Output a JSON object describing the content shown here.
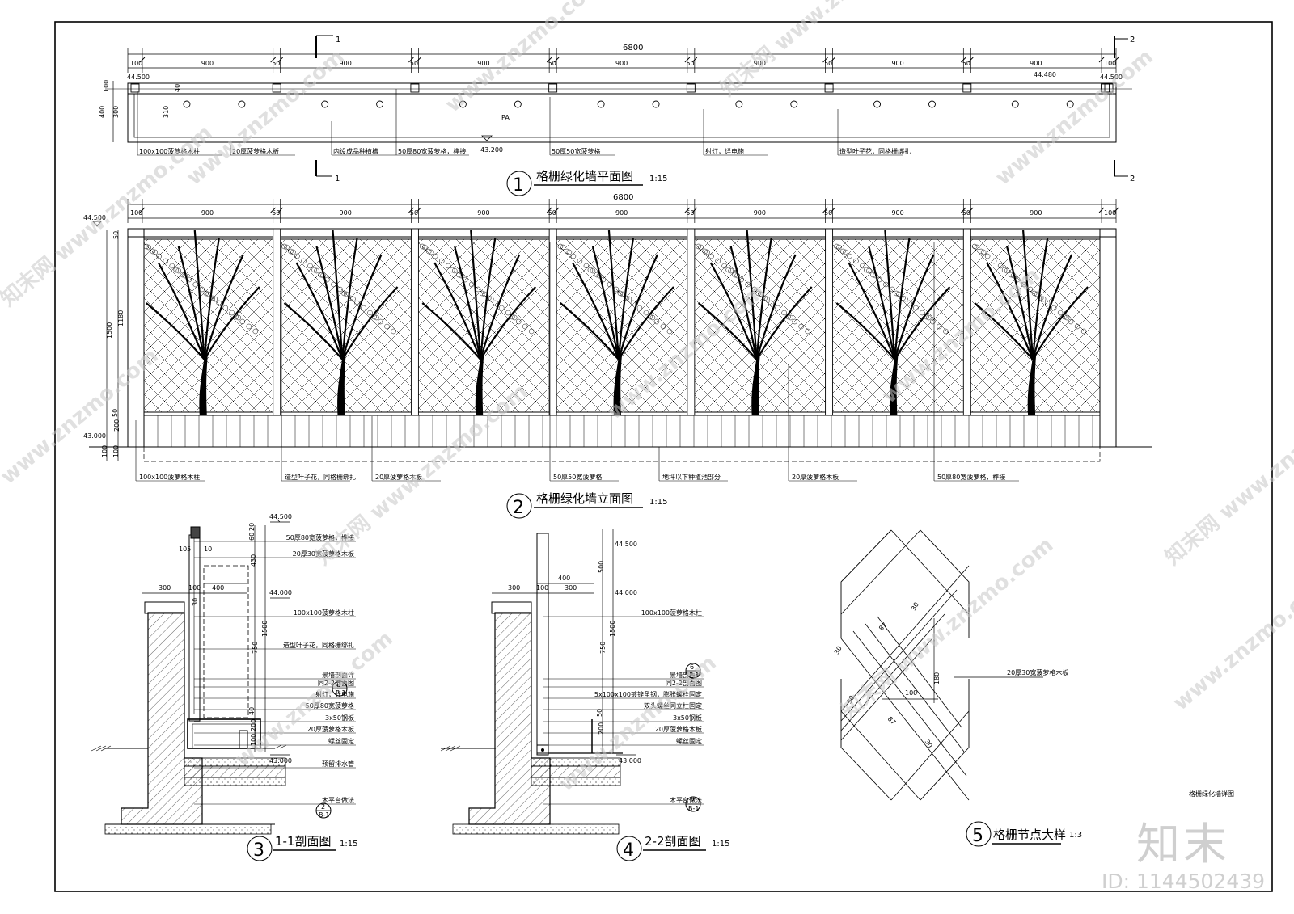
{
  "plan": {
    "dims_top": [
      "100",
      "900",
      "50",
      "900",
      "50",
      "900",
      "50",
      "900",
      "50",
      "900",
      "50",
      "900",
      "50",
      "900",
      "100"
    ],
    "total": "6800",
    "section_marks": [
      "1",
      "1",
      "2",
      "2"
    ],
    "elev_left": "44.500",
    "elev_right_a": "44.480",
    "elev_right_b": "44.500",
    "elev_bottom": "43.200",
    "pa": "PA",
    "side_dims": [
      "100",
      "400",
      "300",
      "310",
      "40"
    ],
    "callouts": [
      "100x100菠萝格木柱",
      "20厚菠萝格木板",
      "内设成品种植槽",
      "50厚80宽菠萝格，榫接",
      "50厚50宽菠萝格",
      "射灯，详电施",
      "造型叶子花，同格栅绑扎"
    ],
    "title_num": "1",
    "title": "格栅绿化墙平面图",
    "scale": "1:15"
  },
  "elevation": {
    "dims_top": [
      "100",
      "900",
      "50",
      "900",
      "50",
      "900",
      "50",
      "900",
      "50",
      "900",
      "50",
      "900",
      "50",
      "900",
      "100"
    ],
    "total": "6800",
    "elev_top": "44.500",
    "elev_bottom": "43.000",
    "side_dims": [
      "50",
      "1180",
      "1500",
      "50",
      "200",
      "100",
      "100"
    ],
    "callouts": [
      "100x100菠萝格木柱",
      "造型叶子花，同格栅绑扎",
      "20厚菠萝格木板",
      "50厚50宽菠萝格",
      "地坪以下种植池部分",
      "20厚菠萝格木板",
      "50厚80宽菠萝格，榫接"
    ],
    "title_num": "2",
    "title": "格栅绿化墙立面图",
    "scale": "1:15"
  },
  "section1": {
    "elev_a": "44.500",
    "elev_b": "44.000",
    "elev_c": "43.000",
    "dims": [
      "300",
      "100",
      "30",
      "400",
      "105",
      "10",
      "20",
      "60",
      "430",
      "1500",
      "750",
      "40",
      "200",
      "100"
    ],
    "callouts": [
      "50厚80宽菠萝格，榫接",
      "20厚30宽菠萝格木板",
      "100x100菠萝格木柱",
      "造型叶子花，同格栅绑扎",
      "景墙剖面详",
      "同2-2剖面图",
      "射灯，详电施",
      "50厚80宽菠萝格",
      "3x50钢板",
      "20厚菠萝格木板",
      "螺丝固定",
      "预留排水管",
      "木平台做法"
    ],
    "ref_num": "6",
    "ref_sheet": "P-1",
    "ref2_num": "2",
    "ref2_sheet": "B-1",
    "title_num": "3",
    "title": "1-1剖面图",
    "scale": "1:15"
  },
  "section2": {
    "elev_a": "44.500",
    "elev_b": "44.000",
    "elev_c": "43.000",
    "dims": [
      "300",
      "100",
      "300",
      "400",
      "500",
      "1500",
      "750",
      "50",
      "200"
    ],
    "callouts": [
      "100x100菠萝格木柱",
      "景墙剖面详",
      "同2-2剖面图",
      "5x100x100镀锌角钢，膨胀螺栓固定",
      "双头螺丝同立柱固定",
      "3x50钢板",
      "20厚菠萝格木板",
      "螺丝固定",
      "木平台做法"
    ],
    "ref_num": "6",
    "ref_sheet": "P-1",
    "ref2_num": "2",
    "ref2_sheet": "B-1",
    "title_num": "4",
    "title": "2-2剖面图",
    "scale": "1:15"
  },
  "detail": {
    "dims": [
      "30",
      "87",
      "30",
      "100",
      "180",
      "30",
      "87",
      "30"
    ],
    "callout": "20厚30宽菠萝格木板",
    "title_num": "5",
    "title": "格栅节点大样",
    "scale": "1:3"
  },
  "sheet_label": "格栅绿化墙详图",
  "watermark": {
    "text": "www.znzmo.com",
    "brand": "知末网",
    "logo": "知末",
    "id": "ID: 1144502439"
  }
}
